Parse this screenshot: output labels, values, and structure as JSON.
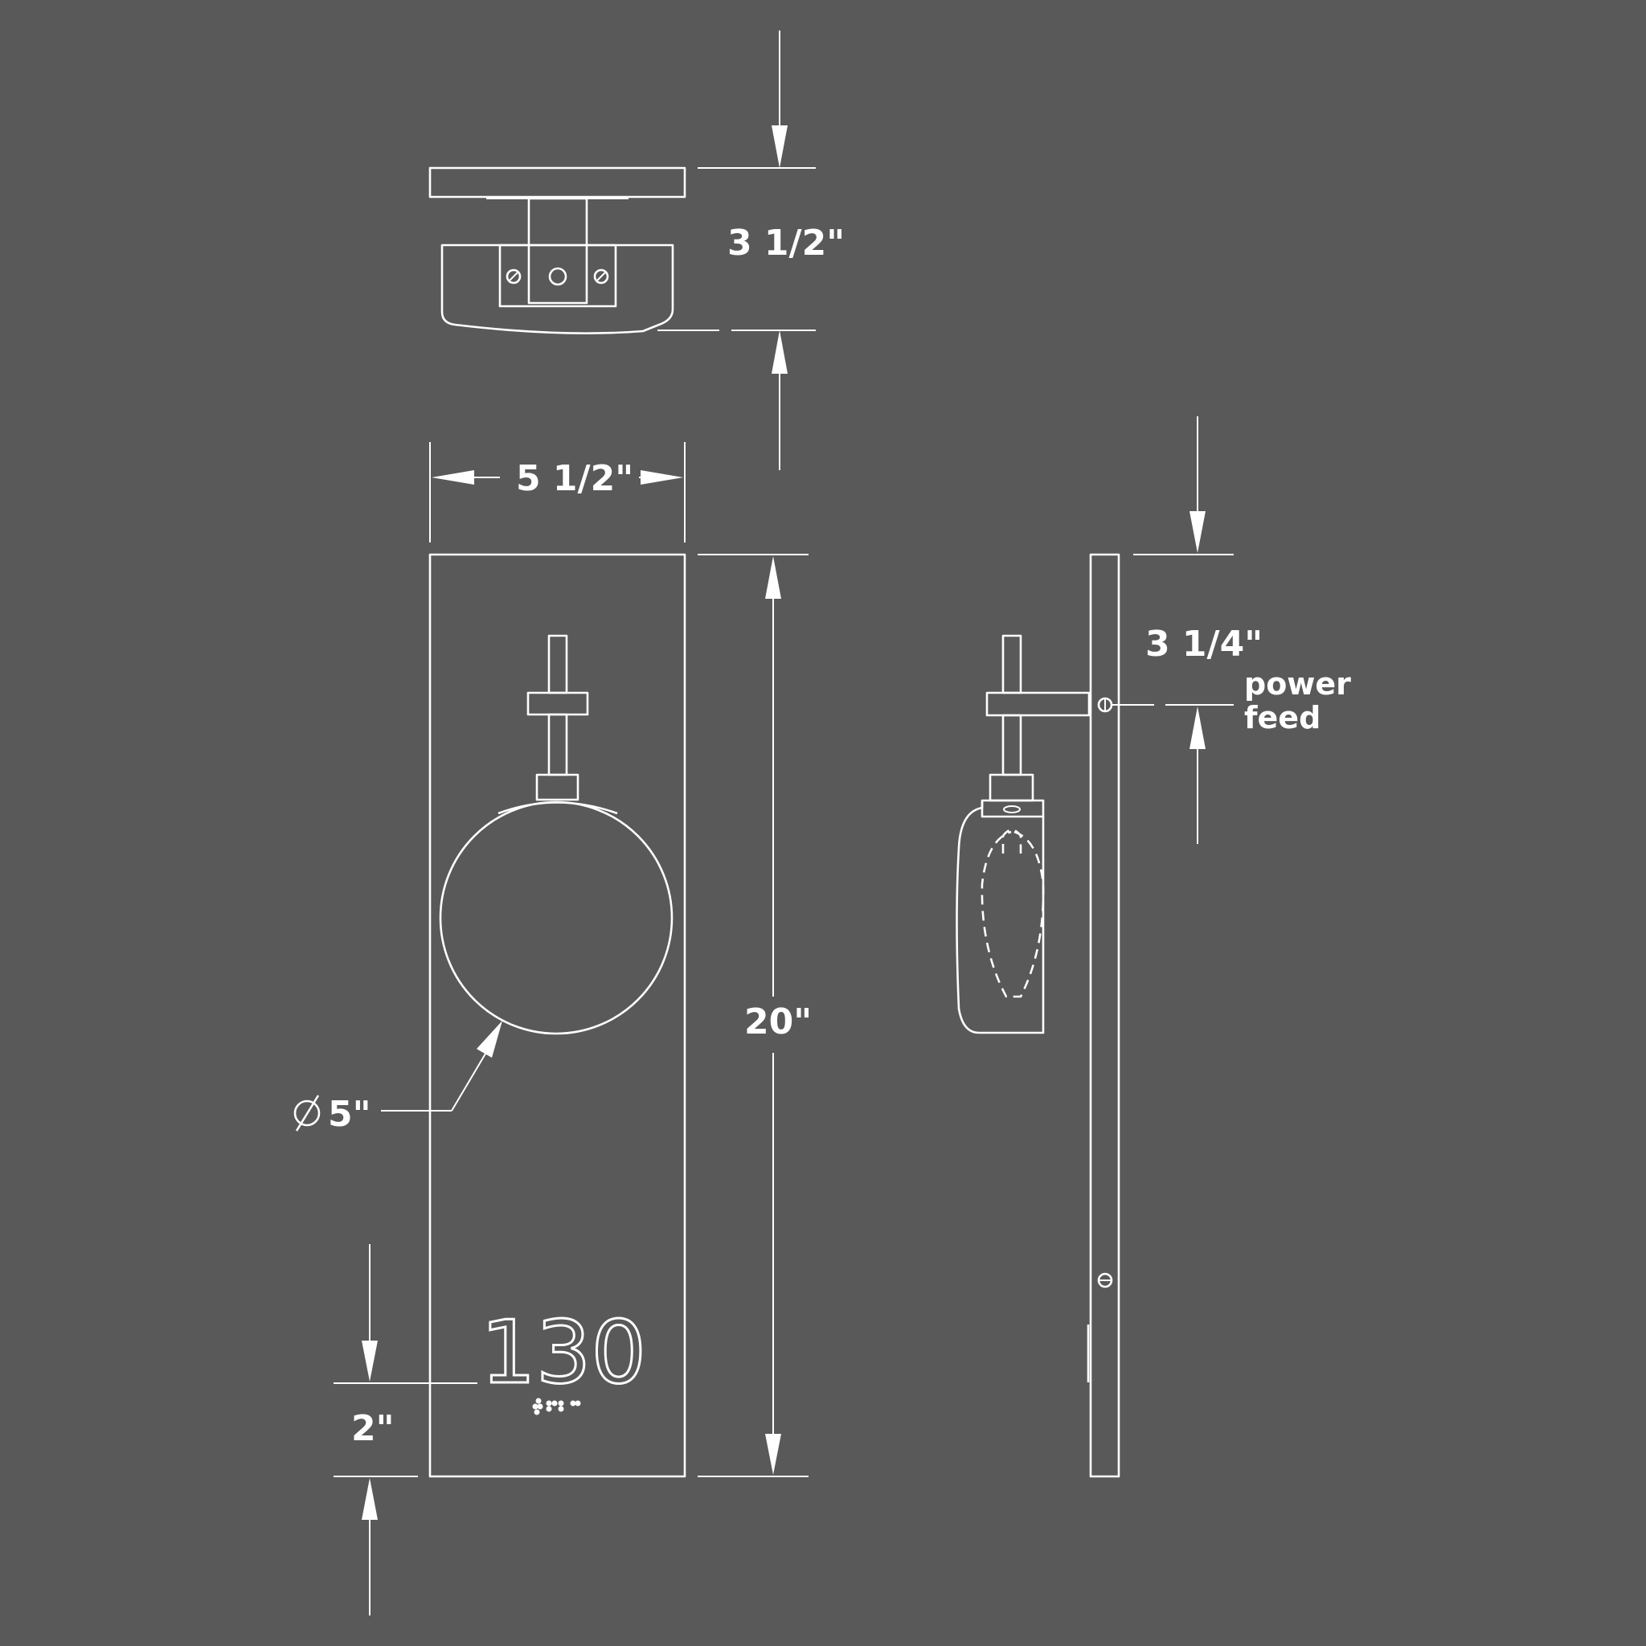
{
  "dimensions": {
    "top_depth": "3 1/2\"",
    "width": "5 1/2\"",
    "height": "20\"",
    "diameter": "5\"",
    "diameter_symbol": "⌀",
    "number_offset": "2\"",
    "side_offset": "3 1/4\""
  },
  "notes": {
    "power_feed_line1": "power",
    "power_feed_line2": "feed"
  },
  "sign": {
    "room_number": "130"
  },
  "colors": {
    "background": "#595959",
    "linework": "#ffffff"
  }
}
